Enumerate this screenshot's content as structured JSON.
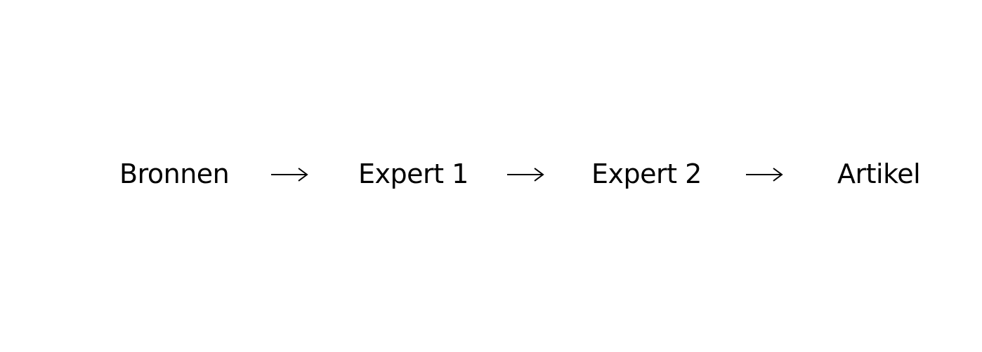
{
  "flow": {
    "steps": [
      {
        "label": "Bronnen"
      },
      {
        "label": "Expert 1"
      },
      {
        "label": "Expert 2"
      },
      {
        "label": "Artikel"
      }
    ],
    "connector_icon": "right-arrow-icon",
    "colors": {
      "text": "#000000",
      "background": "#ffffff"
    }
  }
}
